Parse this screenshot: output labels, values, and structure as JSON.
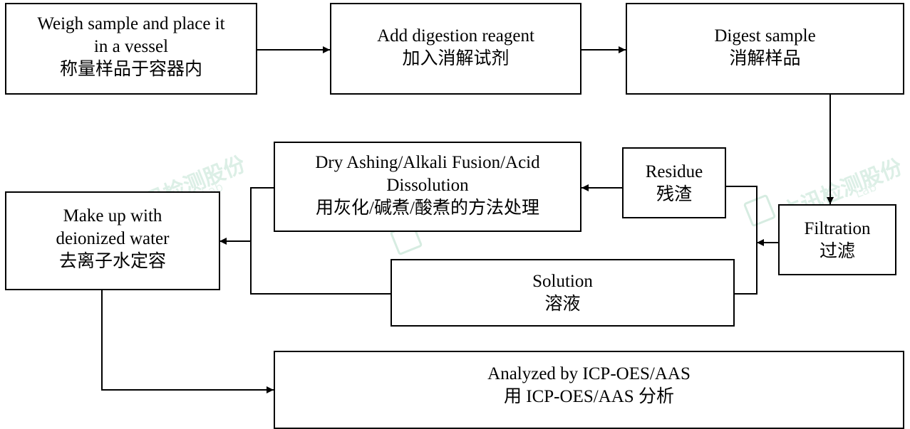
{
  "watermark": {
    "text": "立讯检测股份",
    "sub": "Lab"
  },
  "steps": {
    "weigh": {
      "en_line1": "Weigh sample and place it",
      "en_line2": "in a vessel",
      "zh": "称量样品于容器内"
    },
    "add_reagent": {
      "en": "Add digestion reagent",
      "zh": "加入消解试剂"
    },
    "digest": {
      "en": "Digest sample",
      "zh": "消解样品"
    },
    "filtration": {
      "en": "Filtration",
      "zh": "过滤"
    },
    "residue": {
      "en": "Residue",
      "zh": "残渣"
    },
    "dry_ashing": {
      "en_line1": "Dry Ashing/Alkali Fusion/Acid",
      "en_line2": "Dissolution",
      "zh": "用灰化/碱煮/酸煮的方法处理"
    },
    "solution": {
      "en": "Solution",
      "zh": "溶液"
    },
    "make_up": {
      "en_line1": "Make up with",
      "en_line2": "deionized water",
      "zh": "去离子水定容"
    },
    "analyzed": {
      "en": "Analyzed by ICP-OES/AAS",
      "zh": "用 ICP-OES/AAS 分析"
    }
  }
}
